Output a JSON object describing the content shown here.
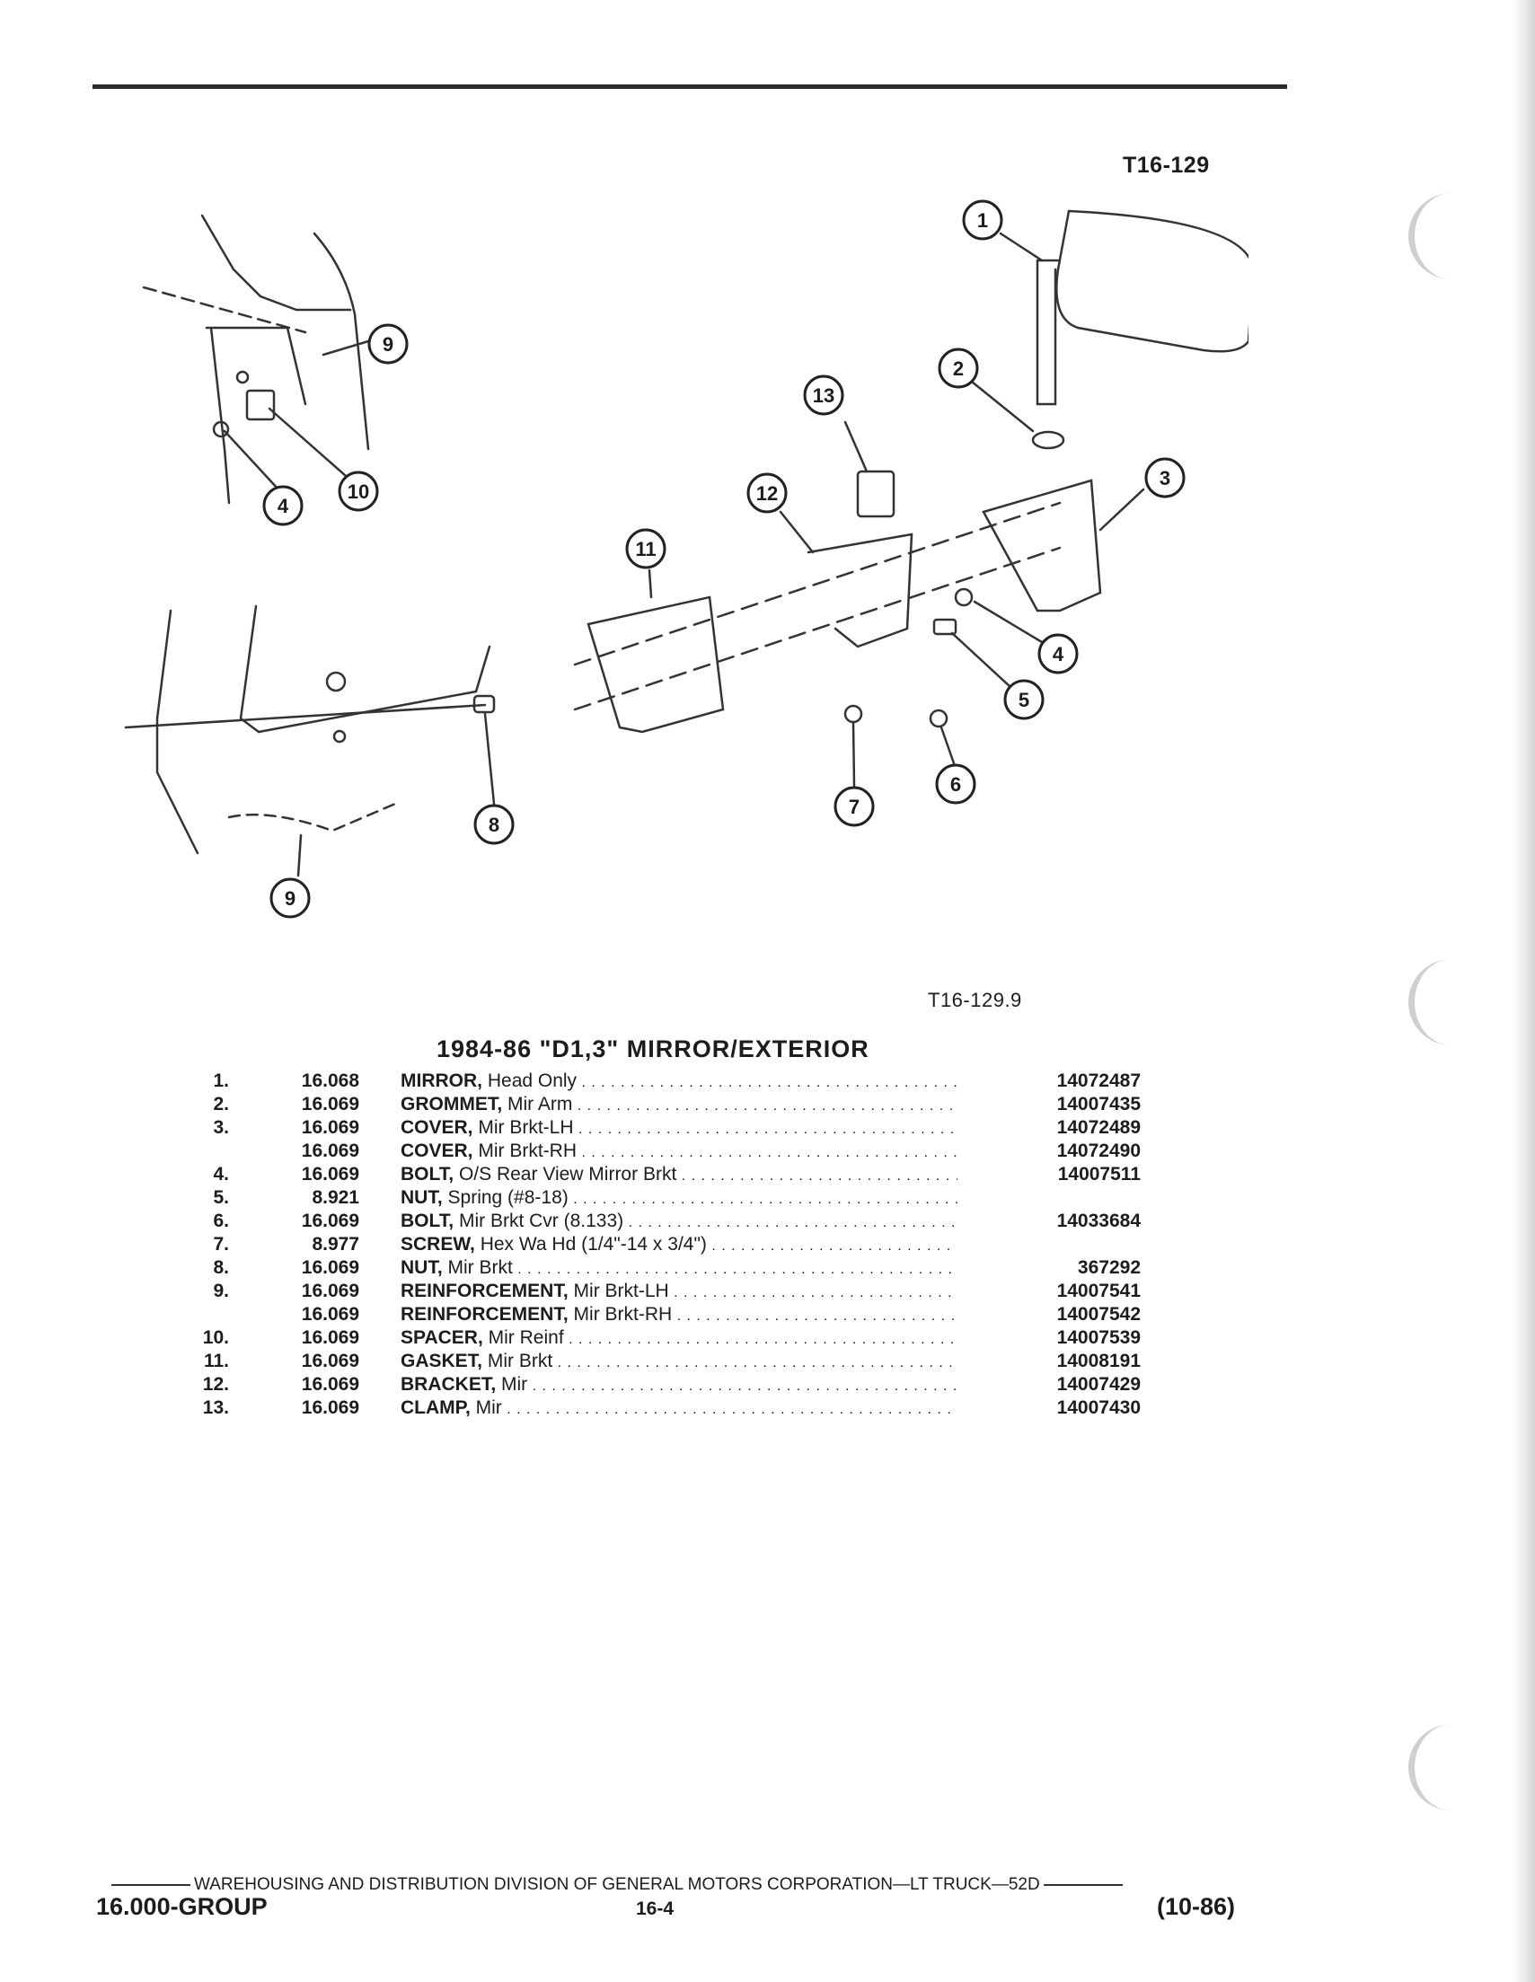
{
  "header": {
    "ref_top": "T16-129",
    "ref_bottom": "T16-129.9"
  },
  "title": "1984-86 \"D1,3\" MIRROR/EXTERIOR",
  "callouts": [
    "1",
    "2",
    "3",
    "4",
    "4",
    "5",
    "6",
    "7",
    "8",
    "9",
    "9",
    "10",
    "11",
    "12",
    "13"
  ],
  "parts": [
    {
      "num": "1.",
      "grp": "16.068",
      "name": "MIRROR,",
      "desc": "Head Only",
      "pn": "14072487"
    },
    {
      "num": "2.",
      "grp": "16.069",
      "name": "GROMMET,",
      "desc": "Mir Arm",
      "pn": "14007435"
    },
    {
      "num": "3.",
      "grp": "16.069",
      "name": "COVER,",
      "desc": "Mir Brkt-LH",
      "pn": "14072489"
    },
    {
      "num": "",
      "grp": "16.069",
      "name": "COVER,",
      "desc": "Mir Brkt-RH",
      "pn": "14072490"
    },
    {
      "num": "4.",
      "grp": "16.069",
      "name": "BOLT,",
      "desc": "O/S Rear View Mirror Brkt",
      "pn": "14007511"
    },
    {
      "num": "5.",
      "grp": "8.921",
      "name": "NUT,",
      "desc": "Spring (#8-18)",
      "pn": ""
    },
    {
      "num": "6.",
      "grp": "16.069",
      "name": "BOLT,",
      "desc": "Mir Brkt Cvr (8.133)",
      "pn": "14033684"
    },
    {
      "num": "7.",
      "grp": "8.977",
      "name": "SCREW,",
      "desc": "Hex Wa Hd (1/4\"-14 x 3/4\")",
      "pn": ""
    },
    {
      "num": "8.",
      "grp": "16.069",
      "name": "NUT,",
      "desc": "Mir Brkt",
      "pn": "367292"
    },
    {
      "num": "9.",
      "grp": "16.069",
      "name": "REINFORCEMENT,",
      "desc": "Mir Brkt-LH",
      "pn": "14007541"
    },
    {
      "num": "",
      "grp": "16.069",
      "name": "REINFORCEMENT,",
      "desc": "Mir Brkt-RH",
      "pn": "14007542"
    },
    {
      "num": "10.",
      "grp": "16.069",
      "name": "SPACER,",
      "desc": "Mir Reinf",
      "pn": "14007539"
    },
    {
      "num": "11.",
      "grp": "16.069",
      "name": "GASKET,",
      "desc": "Mir Brkt",
      "pn": "14008191"
    },
    {
      "num": "12.",
      "grp": "16.069",
      "name": "BRACKET,",
      "desc": "Mir",
      "pn": "14007429"
    },
    {
      "num": "13.",
      "grp": "16.069",
      "name": "CLAMP,",
      "desc": "Mir",
      "pn": "14007430"
    }
  ],
  "footer": {
    "division": "WAREHOUSING AND DISTRIBUTION DIVISION OF GENERAL MOTORS CORPORATION—LT TRUCK—52D",
    "group": "16.000-GROUP",
    "page": "16-4",
    "date": "(10-86)"
  }
}
